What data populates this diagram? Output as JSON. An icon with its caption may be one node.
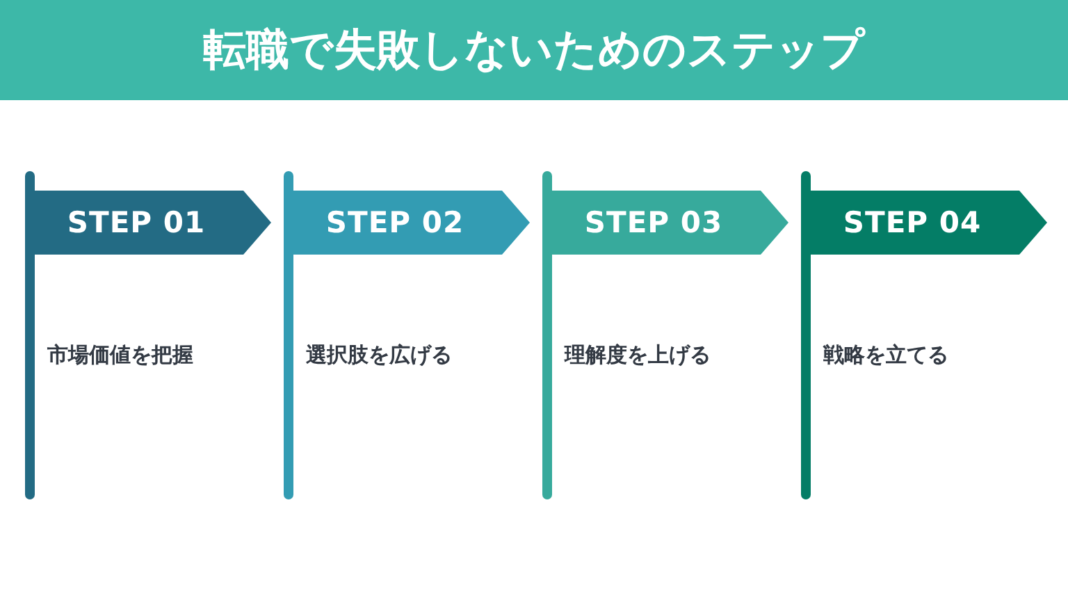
{
  "diagram": {
    "title": "転職で失敗しないためのステップ",
    "nodes": [
      {
        "text": [
          "STEP 01",
          "市場価値を把握"
        ]
      },
      {
        "text": [
          "STEP 02",
          "選択肢を広げる"
        ]
      },
      {
        "text": [
          "STEP 03",
          "理解度を上げる"
        ]
      },
      {
        "text": [
          "STEP 04",
          "戦略を立てる"
        ]
      }
    ]
  }
}
